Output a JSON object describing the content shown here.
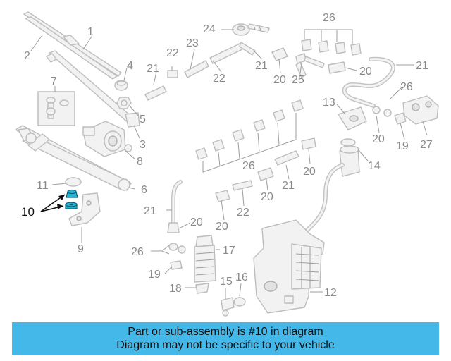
{
  "callouts": {
    "c1": "1",
    "c2": "2",
    "c3": "3",
    "c4": "4",
    "c5": "5",
    "c6": "6",
    "c7": "7",
    "c8": "8",
    "c9": "9",
    "c10": "10",
    "c11": "11",
    "c12": "12",
    "c13": "13",
    "c14": "14",
    "c15": "15",
    "c16": "16",
    "c17": "17",
    "c18": "18",
    "c19": "19",
    "c19b": "19",
    "c20": "20",
    "c21": "21",
    "c22": "22",
    "c23": "23",
    "c24": "24",
    "c25": "25",
    "c26": "26",
    "c27": "27"
  },
  "highlighted_part": "10",
  "highlight_color": "#25b6d9",
  "banner": {
    "line1": "Part or sub-assembly is #10 in diagram",
    "line2": "Diagram may not be specific to your vehicle",
    "color": "#45b8ea"
  }
}
